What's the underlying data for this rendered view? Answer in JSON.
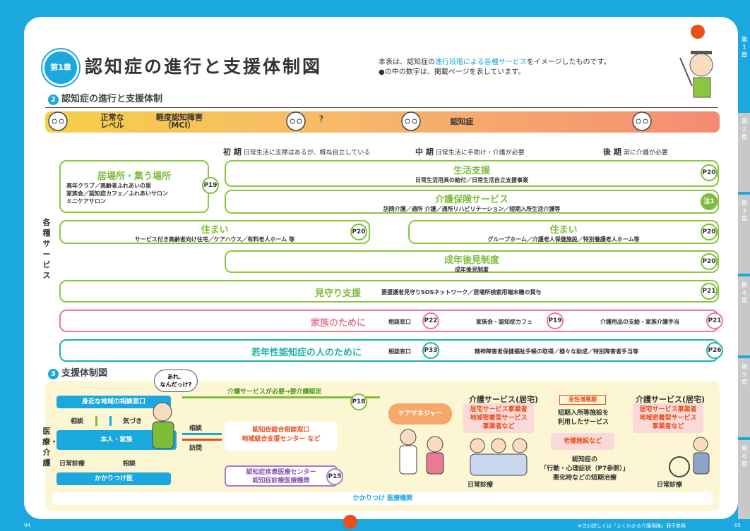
{
  "header": {
    "chapter_badge": "第1章",
    "title": "認知症の進行と支援体制図",
    "intro_pre": "本表は、認知症の",
    "intro_hl": "進行段階による各種サービス",
    "intro_post": "をイメージしたものです。",
    "intro_line2": "●の中の数字は、掲載ページを表しています。"
  },
  "section2": {
    "num": "2",
    "title": "認知症の進行と支援体制"
  },
  "levels": {
    "normal": "正常な\nレベル",
    "mci": "軽度認知障害\n（MCI）",
    "dementia": "認知症",
    "question": "？"
  },
  "stages": [
    {
      "term": "初 期",
      "desc": "日常生活に支障はあるが、概ね自立している"
    },
    {
      "term": "中 期",
      "desc": "日常生活に手助け・介護が必要"
    },
    {
      "term": "後 期",
      "desc": "常に介護が必要"
    }
  ],
  "side_label": "各種サービス",
  "services": {
    "ibasho": {
      "title": "居場所・集う場所",
      "lines": [
        "高年クラブ／高齢者ふれあいの里",
        "家族会／認知症カフェ／ふれあいサロン",
        "ミニケアサロン"
      ],
      "page": "P19"
    },
    "seikatsu": {
      "title": "生活支援",
      "sub": "日常生活用具の給付／日常生活自立支援事業",
      "page": "P20"
    },
    "kaigo": {
      "title": "介護保険サービス",
      "sub": "訪問介護／通所 介護／通所リハビリテーション／短期入所生活介護等",
      "page": "注1"
    },
    "sumai1": {
      "title": "住まい",
      "sub": "サービス付き高齢者向け住宅／ケアハウス／有料老人ホーム 等",
      "page": "P20"
    },
    "sumai2": {
      "title": "住まい",
      "sub": "グループホーム／介護老人保健施設／特別養護老人ホーム等",
      "page": "P20"
    },
    "kouken": {
      "title": "成年後見制度",
      "sub": "成年後見制度",
      "page": "P20"
    },
    "mimamori": {
      "title": "見守り支援",
      "sub": "要援護者見守りSOSネットワーク／居場所検索用端末機の貸与",
      "page": "P21"
    },
    "kazoku": {
      "title": "家族のために",
      "a": "相談窓口",
      "pa": "P22",
      "b": "家族会・認知症カフェ",
      "pb": "P19",
      "c": "介護用品の支給・家族介護手当",
      "pc": "P21"
    },
    "jakunen": {
      "title": "若年性認知症の人のために",
      "a": "相談窓口",
      "pa": "P33",
      "b": "精神障害者保健福祉手帳の取得／様々な助成／特別障害者手当等",
      "pb": "P26"
    }
  },
  "section3": {
    "num": "3",
    "title": "支援体制図"
  },
  "support": {
    "side": "医療・介護",
    "bubble": "あれ、\nなんだっけ?",
    "local": "身近な地域の相談窓口",
    "soudan": "相談",
    "kizuki": "気づき",
    "honnin": "本人・家族",
    "nichijo": "日常診療",
    "soudan2": "相談",
    "kakari": "かかりつけ医",
    "center": "認知症総合相談窓口\n地域総合支援センター など",
    "soudan3": "相談",
    "houmon": "訪問",
    "iryou": "認知症疾患医療センター\n認知症診療医療機関",
    "p15": "P15",
    "nintei": "介護サービスが必要→要介護認定",
    "p18": "P18",
    "caremanager": "ケアマネジャー",
    "kyotaku1": "介護サービス(居宅)",
    "jigyosha1": "居宅サービス事業者\n地域密着型サービス\n事業者など",
    "kyusei": "急性増悪期",
    "tanki": "短期入所等施設を\n利用したサービス",
    "rouken": "老健施設など",
    "chiryo": "認知症の\n「行動・心理症状（P7参照）」\n悪化時などの短期治療",
    "kyotaku2": "介護サービス(居宅)",
    "jigyosha2": "居宅サービス事業者\n地域密着型サービス\n事業者など",
    "nichijo2": "日常診療",
    "nichijo3": "日常診療",
    "kakari_iryo": "かかりつけ 医療機関"
  },
  "tabs": [
    "第\n1\n章",
    "第\n2\n章",
    "第\n3\n章",
    "第\n4\n章",
    "第\n5\n章",
    "第\n6\n章"
  ],
  "footer": {
    "left": "04",
    "note": "※注1)詳しくは「よくわかる介護保険」冊子参照",
    "right": "05"
  }
}
